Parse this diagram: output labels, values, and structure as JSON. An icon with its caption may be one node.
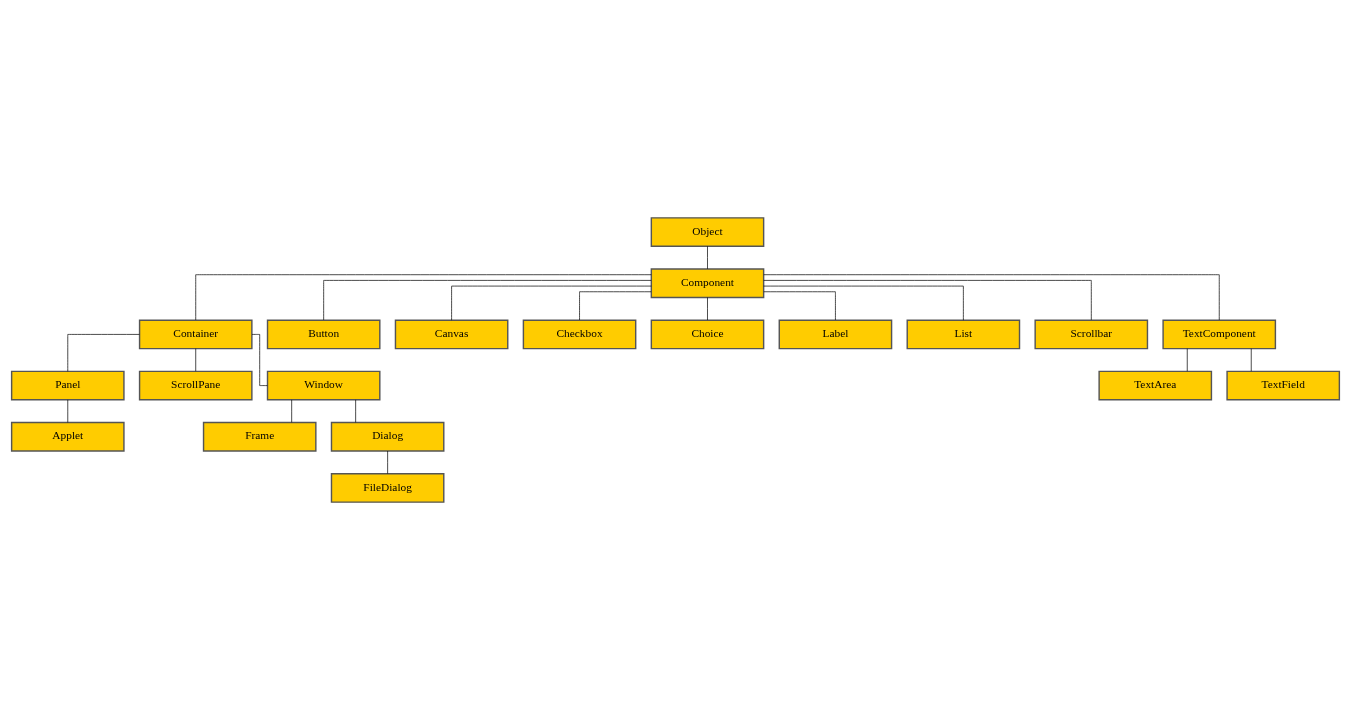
{
  "diagram": {
    "nodes": [
      {
        "text": [
          "Object"
        ]
      },
      {
        "text": [
          "Component"
        ]
      },
      {
        "text": [
          "Container"
        ]
      },
      {
        "text": [
          "Button"
        ]
      },
      {
        "text": [
          "Canvas"
        ]
      },
      {
        "text": [
          "Checkbox"
        ]
      },
      {
        "text": [
          "Choice"
        ]
      },
      {
        "text": [
          "Label"
        ]
      },
      {
        "text": [
          "List"
        ]
      },
      {
        "text": [
          "Scrollbar"
        ]
      },
      {
        "text": [
          "TextComponent"
        ]
      },
      {
        "text": [
          "Panel"
        ]
      },
      {
        "text": [
          "ScrollPane"
        ]
      },
      {
        "text": [
          "Window"
        ]
      },
      {
        "text": [
          "Applet"
        ]
      },
      {
        "text": [
          "Frame"
        ]
      },
      {
        "text": [
          "Dialog"
        ]
      },
      {
        "text": [
          "FileDialog"
        ]
      },
      {
        "text": [
          "TextArea"
        ]
      },
      {
        "text": [
          "TextField"
        ]
      }
    ],
    "edges": [
      {
        "from": 0,
        "to": 1,
        "arrow": "none"
      },
      {
        "from": 1,
        "to": 2,
        "arrow": "none"
      },
      {
        "from": 1,
        "to": 3,
        "arrow": "none"
      },
      {
        "from": 1,
        "to": 4,
        "arrow": "none"
      },
      {
        "from": 1,
        "to": 5,
        "arrow": "none"
      },
      {
        "from": 1,
        "to": 6,
        "arrow": "none"
      },
      {
        "from": 1,
        "to": 7,
        "arrow": "none"
      },
      {
        "from": 1,
        "to": 8,
        "arrow": "none"
      },
      {
        "from": 1,
        "to": 9,
        "arrow": "none"
      },
      {
        "from": 1,
        "to": 10,
        "arrow": "none"
      },
      {
        "from": 2,
        "to": 11,
        "arrow": "none"
      },
      {
        "from": 2,
        "to": 12,
        "arrow": "none"
      },
      {
        "from": 2,
        "to": 13,
        "arrow": "none"
      },
      {
        "from": 11,
        "to": 14,
        "arrow": "none"
      },
      {
        "from": 13,
        "to": 15,
        "arrow": "none"
      },
      {
        "from": 13,
        "to": 16,
        "arrow": "none"
      },
      {
        "from": 16,
        "to": 17,
        "arrow": "none"
      },
      {
        "from": 10,
        "to": 18,
        "arrow": "none"
      },
      {
        "from": 10,
        "to": 19,
        "arrow": "none"
      }
    ]
  }
}
